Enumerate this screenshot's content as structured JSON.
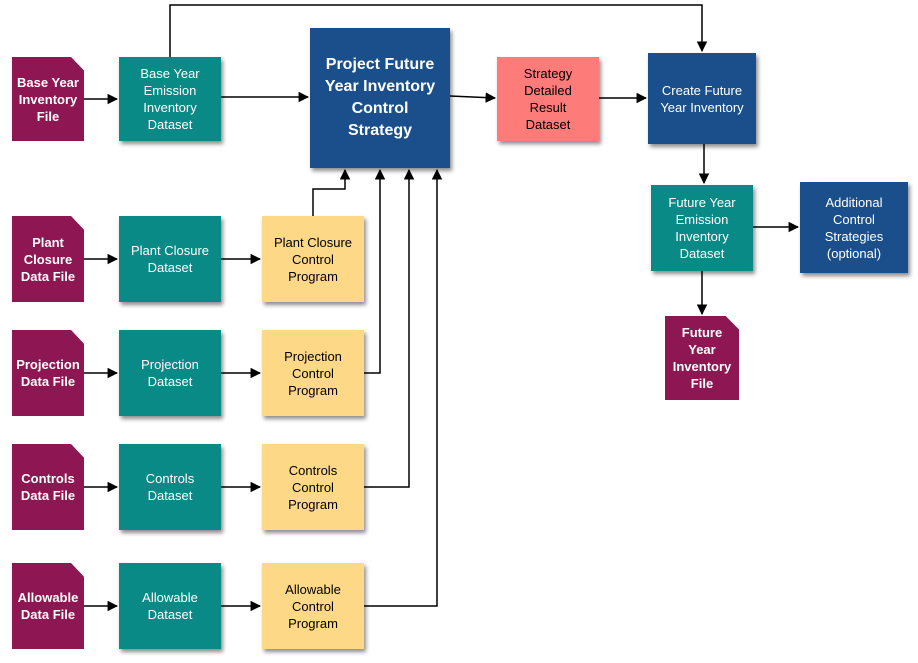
{
  "colors": {
    "file": "#8e1652",
    "dataset": "#0a8a86",
    "program": "#fdd887",
    "process": "#1a4f8c",
    "result": "#fd7b78",
    "edge": "#000000"
  },
  "nodes": {
    "base_year_file": "Base Year\nInventory\nFile",
    "base_year_dataset": "Base Year\nEmission\nInventory\nDataset",
    "project_future": "Project Future\nYear Inventory\nControl\nStrategy",
    "strategy_result": "Strategy\nDetailed\nResult\nDataset",
    "create_future": "Create Future\nYear Inventory",
    "plant_closure_file": "Plant\nClosure\nData File",
    "plant_closure_dataset": "Plant Closure\nDataset",
    "plant_closure_program": "Plant Closure\nControl\nProgram",
    "projection_file": "Projection\nData File",
    "projection_dataset": "Projection\nDataset",
    "projection_program": "Projection\nControl\nProgram",
    "controls_file": "Controls\nData File",
    "controls_dataset": "Controls\nDataset",
    "controls_program": "Controls\nControl\nProgram",
    "allowable_file": "Allowable\nData File",
    "allowable_dataset": "Allowable\nDataset",
    "allowable_program": "Allowable\nControl\nProgram",
    "future_dataset": "Future Year\nEmission\nInventory\nDataset",
    "additional_strategies": "Additional\nControl\nStrategies\n(optional)",
    "future_file": "Future\nYear\nInventory\nFile"
  },
  "edges": [
    {
      "from": "base_year_file",
      "to": "base_year_dataset"
    },
    {
      "from": "base_year_dataset",
      "to": "project_future"
    },
    {
      "from": "base_year_dataset",
      "to": "create_future"
    },
    {
      "from": "project_future",
      "to": "strategy_result"
    },
    {
      "from": "strategy_result",
      "to": "create_future"
    },
    {
      "from": "create_future",
      "to": "future_dataset"
    },
    {
      "from": "future_dataset",
      "to": "additional_strategies"
    },
    {
      "from": "future_dataset",
      "to": "future_file"
    },
    {
      "from": "plant_closure_file",
      "to": "plant_closure_dataset"
    },
    {
      "from": "plant_closure_dataset",
      "to": "plant_closure_program"
    },
    {
      "from": "plant_closure_program",
      "to": "project_future"
    },
    {
      "from": "projection_file",
      "to": "projection_dataset"
    },
    {
      "from": "projection_dataset",
      "to": "projection_program"
    },
    {
      "from": "projection_program",
      "to": "project_future"
    },
    {
      "from": "controls_file",
      "to": "controls_dataset"
    },
    {
      "from": "controls_dataset",
      "to": "controls_program"
    },
    {
      "from": "controls_program",
      "to": "project_future"
    },
    {
      "from": "allowable_file",
      "to": "allowable_dataset"
    },
    {
      "from": "allowable_dataset",
      "to": "allowable_program"
    },
    {
      "from": "allowable_program",
      "to": "project_future"
    }
  ]
}
